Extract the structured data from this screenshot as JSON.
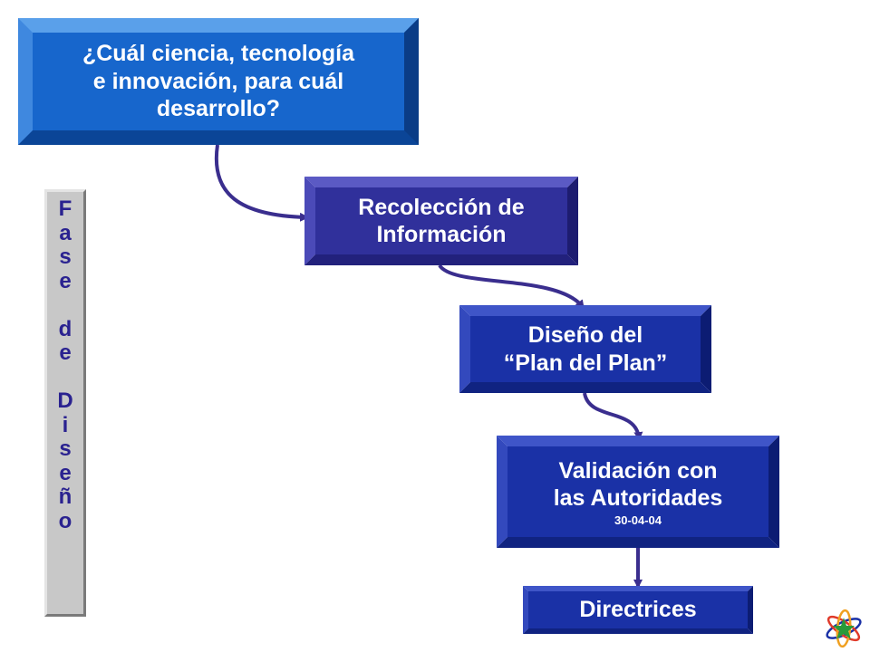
{
  "boxes": {
    "question": {
      "lines": [
        "¿Cuál ciencia, tecnología",
        "e innovación, para cuál",
        "desarrollo?"
      ]
    },
    "recoleccion": {
      "lines": [
        "Recolección de",
        "Información"
      ]
    },
    "diseno": {
      "lines": [
        "Diseño del",
        "“Plan del Plan”"
      ]
    },
    "validacion": {
      "lines": [
        "Validación con",
        "las Autoridades"
      ],
      "date": "30-04-04"
    },
    "directrices": {
      "label": "Directrices"
    }
  },
  "phase_label": {
    "letters": [
      "F",
      "a",
      "s",
      "e",
      "",
      "d",
      "e",
      "",
      "D",
      "i",
      "s",
      "e",
      "ñ",
      "o"
    ]
  },
  "colors": {
    "question_box": "#1766cc",
    "recoleccion_box": "#30309b",
    "step_box": "#1a31a6",
    "connector": "#3a2e8e",
    "phase_text": "#2a2290",
    "phase_bar": "#c8c8c8"
  },
  "icons": {
    "logo": "atom-star-logo-icon"
  }
}
